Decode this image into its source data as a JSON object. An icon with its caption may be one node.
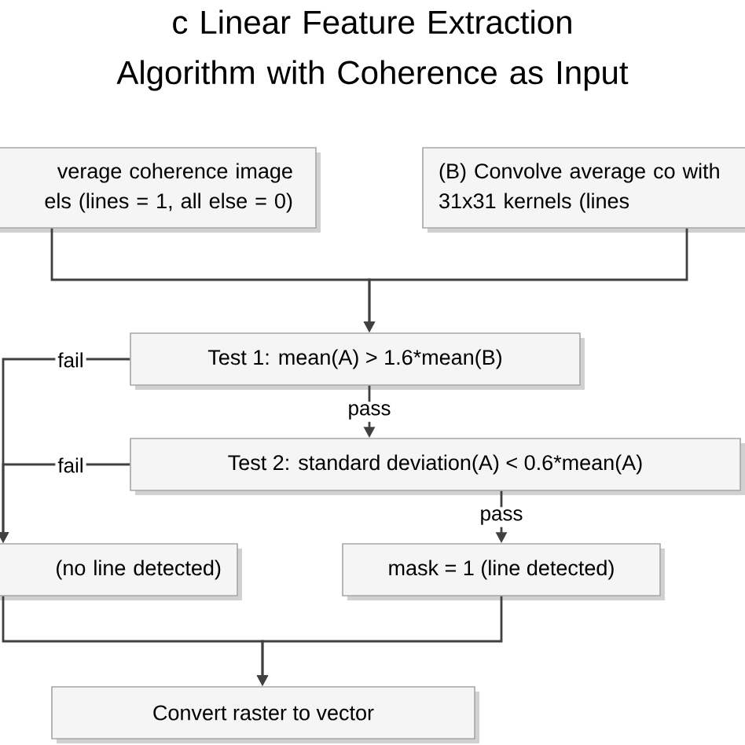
{
  "diagram": {
    "title": "c Linear Feature Extraction Algorithm with Coherence as Input",
    "nodes": [
      {
        "text": [
          "verage coherence image els (lines = 1, all else = 0)"
        ]
      },
      {
        "text": [
          "(B) Convolve average co with 31x31 kernels (lines"
        ]
      },
      {
        "text": [
          "Test 1: mean(A) > 1.6*mean(B)"
        ]
      },
      {
        "text": [
          "Test 2: standard deviation(A) < 0.6*mean(A)"
        ]
      },
      {
        "text": [
          "(no line detected)"
        ]
      },
      {
        "text": [
          "mask = 1 (line detected)"
        ]
      },
      {
        "text": [
          "Convert raster to vector"
        ]
      }
    ],
    "edges": [
      {
        "from": 0,
        "to": 2,
        "arrow": "to"
      },
      {
        "from": 1,
        "to": 2,
        "arrow": "to"
      },
      {
        "from": 2,
        "to": 3,
        "arrow": "to",
        "label": "pass"
      },
      {
        "from": 2,
        "to": 4,
        "arrow": "to",
        "label": "fail"
      },
      {
        "from": 3,
        "to": 4,
        "arrow": "to",
        "label": "fail"
      },
      {
        "from": 3,
        "to": 5,
        "arrow": "to",
        "label": "pass"
      },
      {
        "from": 4,
        "to": 6,
        "arrow": "to"
      },
      {
        "from": 5,
        "to": 6,
        "arrow": "to"
      }
    ]
  }
}
